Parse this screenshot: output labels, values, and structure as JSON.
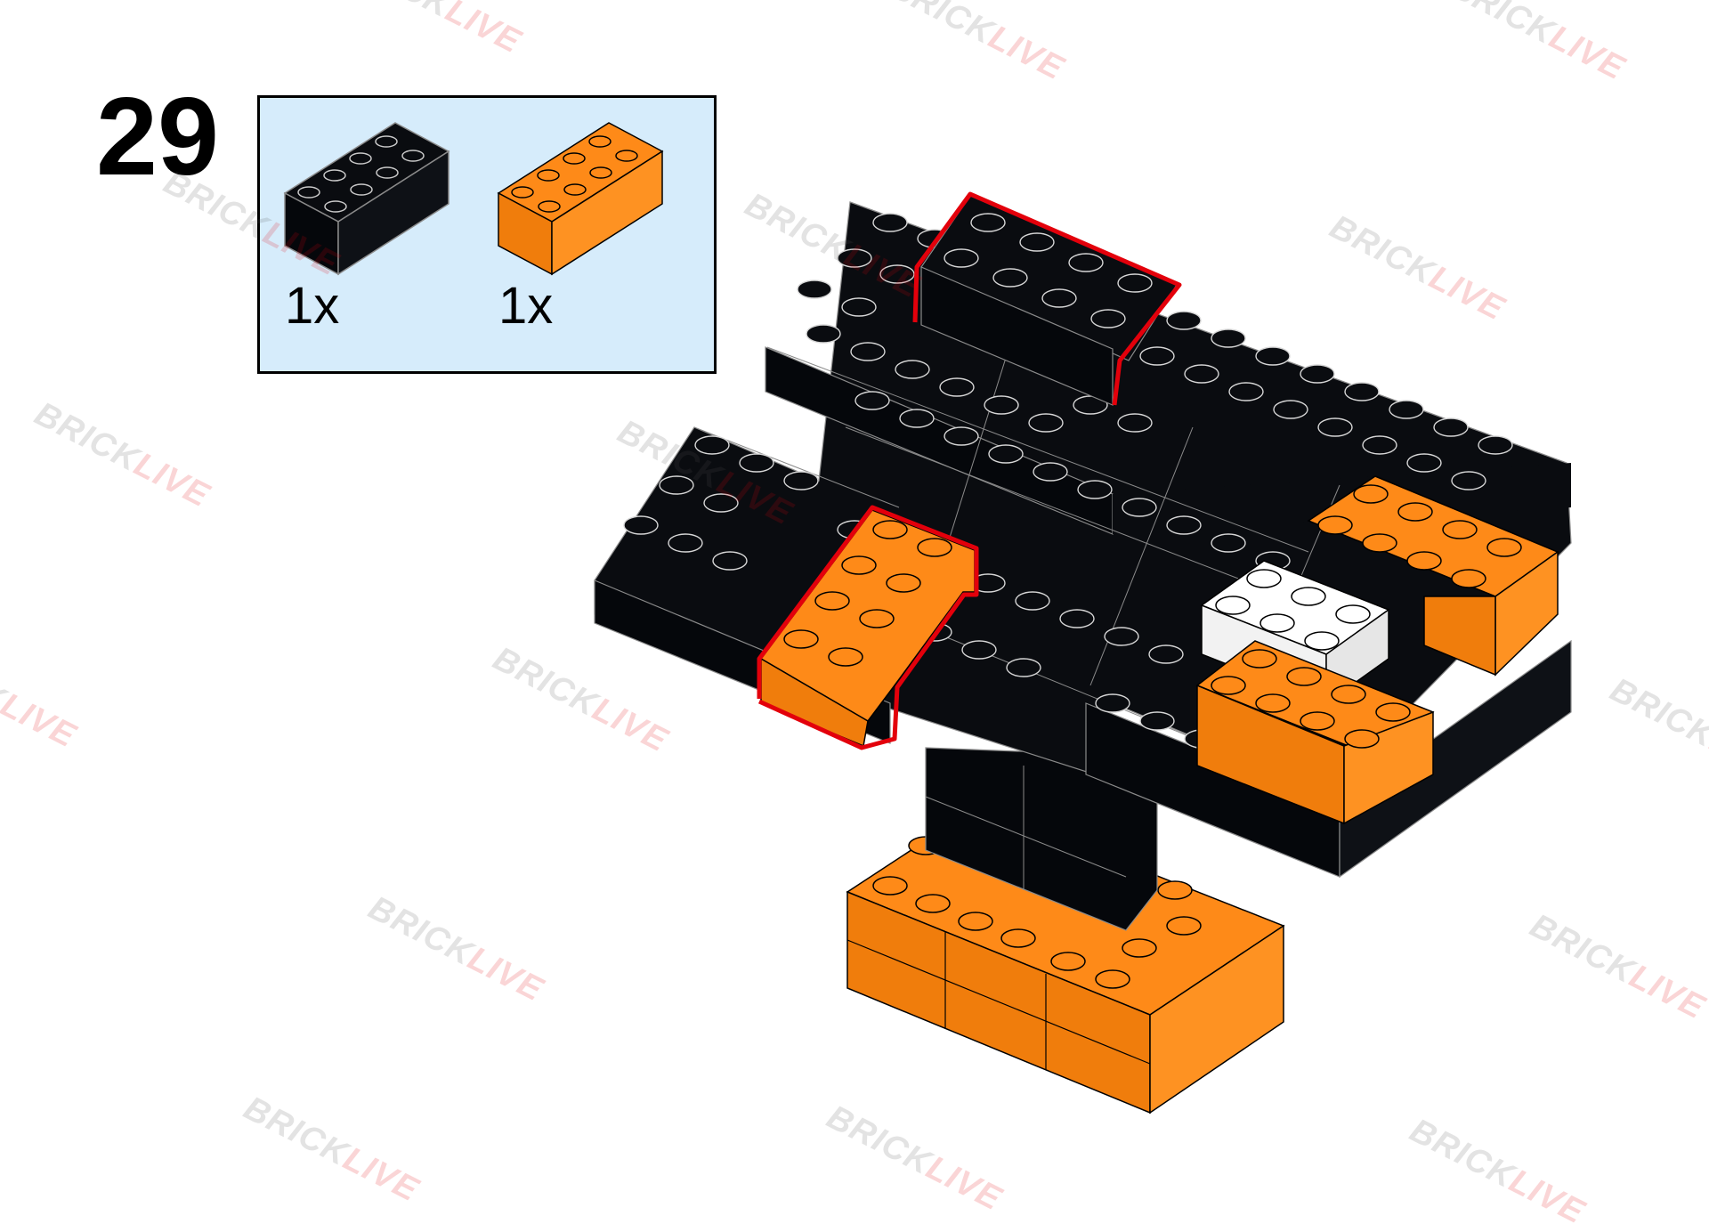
{
  "step": {
    "number": "29"
  },
  "parts": [
    {
      "color_name": "black",
      "color": "#0a0c10",
      "quantity": "1x"
    },
    {
      "color_name": "orange",
      "color": "#fe8a18",
      "quantity": "1x"
    }
  ],
  "colors": {
    "black": "#05070b",
    "orange": "#fe8a18",
    "white": "#ffffff",
    "highlight": "#e3000b",
    "parts_background": "#d6ecfb"
  },
  "watermark": {
    "brand_a": "BRICK",
    "brand_b": "LIVE"
  }
}
